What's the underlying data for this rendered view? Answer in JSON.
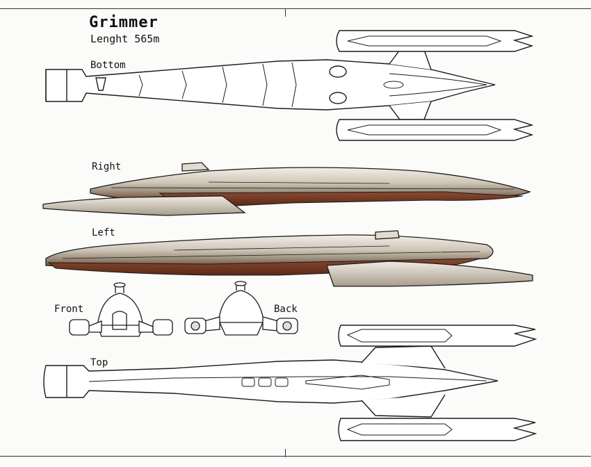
{
  "sheet": {
    "title": "Grimmer",
    "length": "Lenght 565m"
  },
  "views": {
    "bottom": "Bottom",
    "right": "Right",
    "left": "Left",
    "front": "Front",
    "back": "Back",
    "top": "Top"
  },
  "colors": {
    "paper": "#fbfbfa",
    "ink": "#1a1a1a",
    "hull_light": "#e7e2d8",
    "hull_mid": "#bdb2a1",
    "hull_dark": "#6e3a26"
  }
}
